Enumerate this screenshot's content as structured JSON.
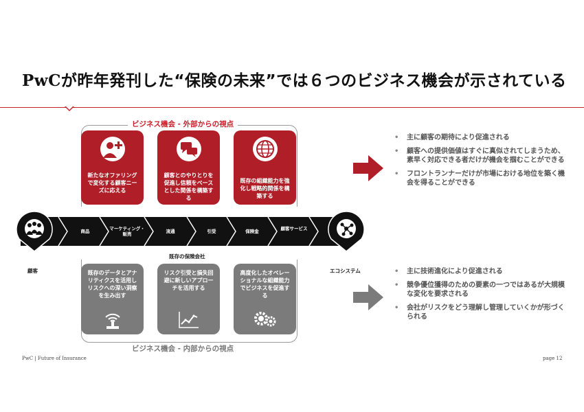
{
  "title": {
    "brand": "PwC",
    "text": "が昨年発刊した“保険の未来”では６つのビジネス機会が示されている"
  },
  "external": {
    "label": "ビジネス機会 - 外部からの視点",
    "cards": [
      {
        "text": "新たなオファリングで変化する顧客ニーズに応える",
        "icon": "customer-plus-icon"
      },
      {
        "text": "顧客とのやりとりを促進し信頼をベースとした関係を構築する",
        "icon": "chat-bubbles-icon"
      },
      {
        "text": "既存の組織能力を強化し戦略的関係を構築する",
        "icon": "globe-icon"
      }
    ]
  },
  "internal": {
    "label": "ビジネス機会 - 内部からの視点",
    "cards": [
      {
        "text": "既存のデータとアナリティクスを活用しリスクへの深い洞察を生み出す",
        "icon": "signal-tower-icon"
      },
      {
        "text": "リスク引受と損失回避に新しいアプローチを活用する",
        "icon": "trend-chart-icon"
      },
      {
        "text": "高度化したオペレーショナルな組織能力でビジネスを促進する",
        "icon": "gears-icon"
      }
    ]
  },
  "value_chain": {
    "steps": [
      "商品",
      "マーケティング・販売",
      "流通",
      "引受",
      "保険金",
      "顧客サービス"
    ],
    "caption": "既存の保険会社",
    "left_node": "顧客",
    "right_node": "エコシステム"
  },
  "bullets_top": [
    "主に顧客の期待により促進される",
    "顧客への提供価値はすぐに真似されてしまうため、素早く対応できる者だけが機会を掴むことができる",
    "フロントランナーだけが市場における地位を築く機会を得ることができる"
  ],
  "bullets_bottom": [
    "主に技術進化により促進される",
    "競争優位獲得のための要素の一つではあるが大規模な変化を要求される",
    "会社がリスクをどう理解し管理していくかが形づくられる"
  ],
  "colors": {
    "red": "#b01e28",
    "gray": "#7b7b7b",
    "chain": "#111111"
  },
  "footer": {
    "left": "PwC | Future of Insurance",
    "right": "page 12"
  }
}
